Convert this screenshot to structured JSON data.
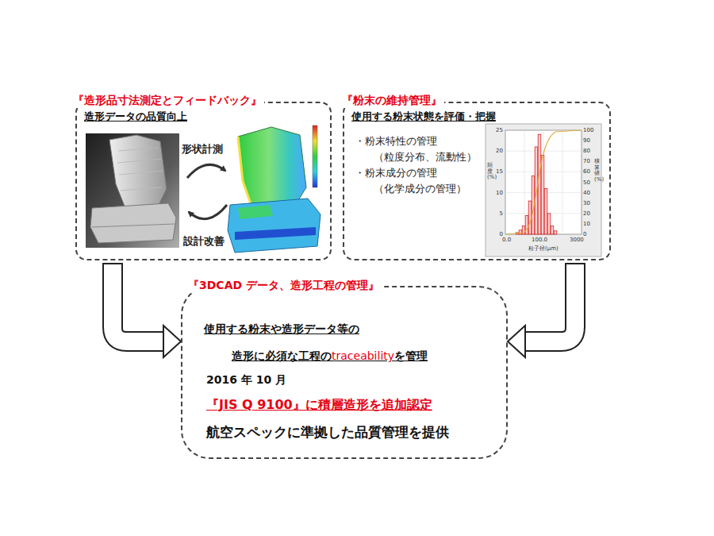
{
  "diagram": {
    "nodes": [
      {
        "text": [
          "『造形品寸法測定とフィードバック』",
          "造形データの品質向上"
        ]
      },
      {
        "text": [
          "『粉末の維持管理』",
          "使用する粉末状態を評価・把握",
          "・粉末特性の管理",
          "（粒度分布、流動性）",
          "・粉末成分の管理",
          "（化学成分の管理）"
        ]
      },
      {
        "text": [
          "『3DCAD データ、造形工程の管理』",
          "使用する粉末や造形データ等の",
          "造形に必須な工程の",
          "traceability",
          "を管理",
          "2016 年 10 月",
          "『JIS Q 9100』に積層造形を追加認定",
          "航空スペックに準拠した品質管理を提供"
        ]
      }
    ],
    "edges": [
      {
        "from": 0,
        "to": 2,
        "arrow": "to"
      },
      {
        "from": 1,
        "to": 2,
        "arrow": "to"
      }
    ],
    "labels": [
      "形状計測",
      "設計改善",
      "頻度(%)",
      "積算値(%)",
      "25",
      "20",
      "15",
      "10",
      "5",
      "0",
      "100",
      "90",
      "80",
      "70",
      "60",
      "50",
      "40",
      "30",
      "20",
      "10",
      "0",
      "0.0",
      "100.0",
      "3000",
      "粒子径(μm)"
    ]
  }
}
